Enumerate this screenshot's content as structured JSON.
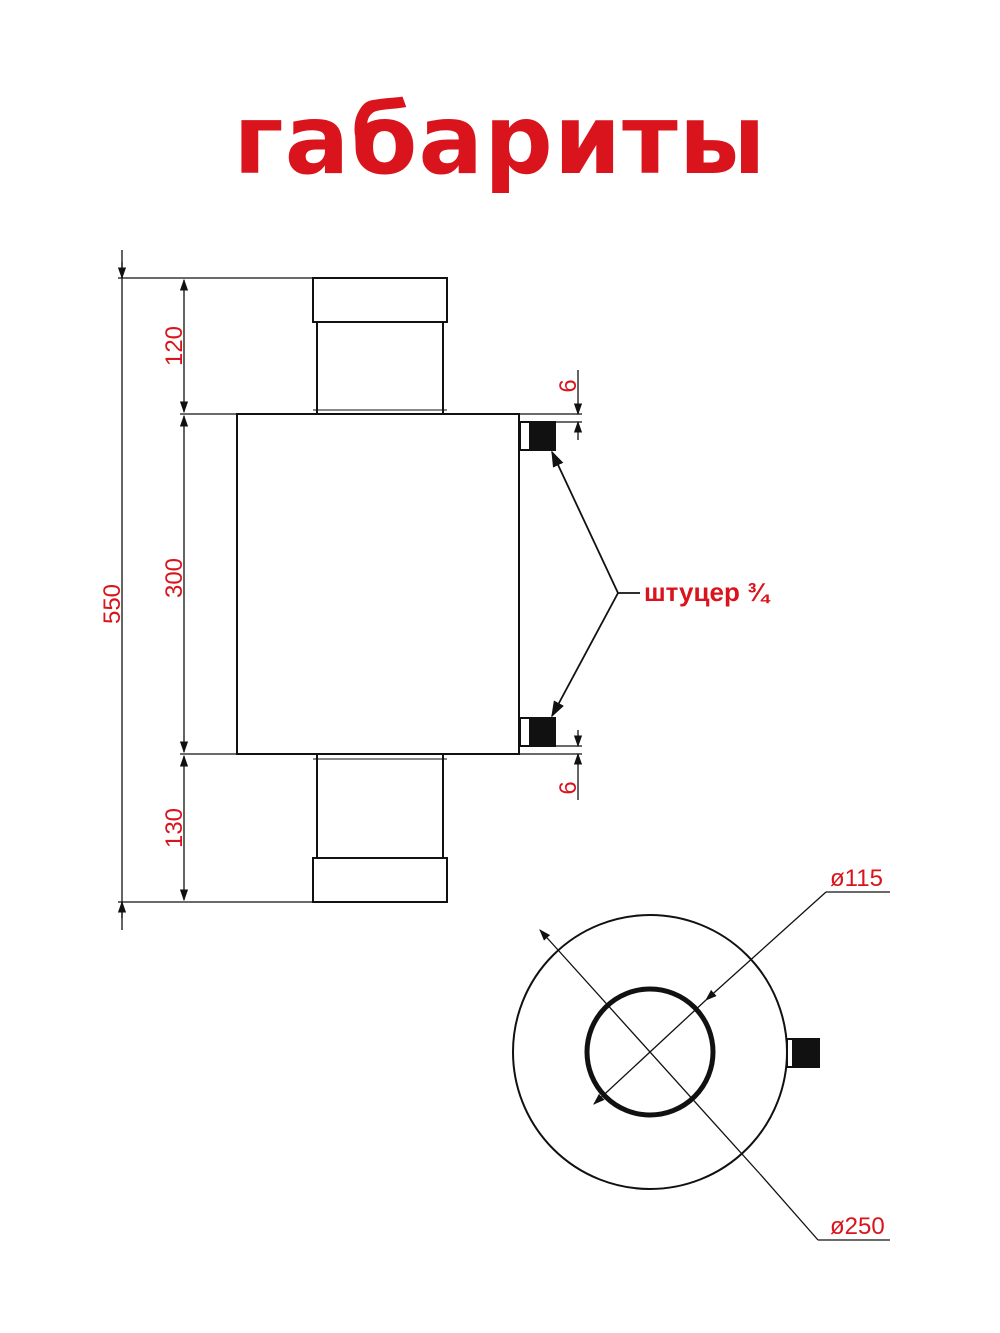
{
  "title": "габариты",
  "colors": {
    "accent": "#d9141c",
    "line": "#111111"
  },
  "dimensions": {
    "total_height": "550",
    "top_pipe": "120",
    "body": "300",
    "bottom_pipe": "130",
    "fitting_top_offset": "6",
    "fitting_bottom_offset": "6",
    "inner_diameter": "ø115",
    "outer_diameter": "ø250"
  },
  "labels": {
    "fitting": "штуцер ¾"
  }
}
